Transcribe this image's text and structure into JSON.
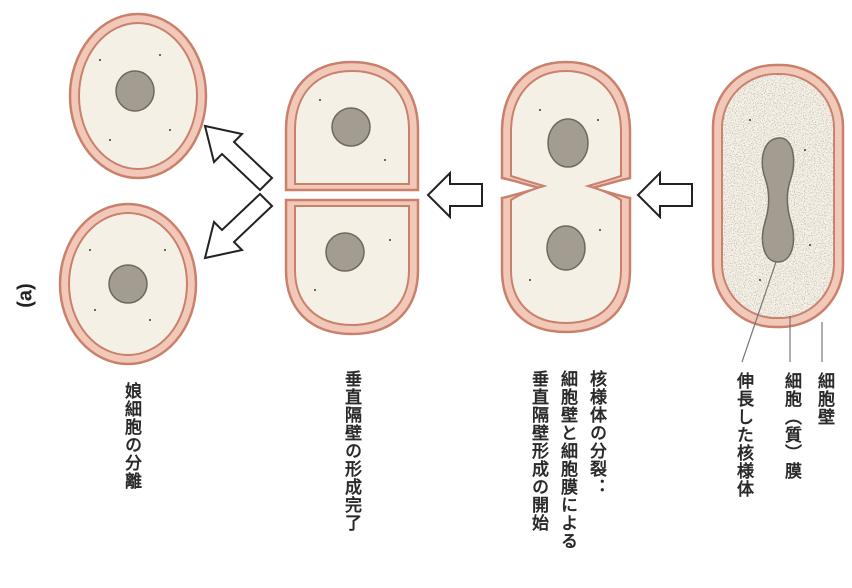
{
  "panel_label": "(a)",
  "labels": {
    "cell_wall": "細胞壁",
    "cell_membrane": "細胞（質）膜",
    "elongated_nucleoid": "伸長した核様体",
    "nucleoid_division_1": "核様体の分裂：",
    "nucleoid_division_2": "細胞壁と細胞膜による",
    "nucleoid_division_3": "垂直隔壁形成の開始",
    "septum_complete": "垂直隔壁の形成完了",
    "cell_separation": "娘細胞の分離"
  },
  "colors": {
    "wall_outer": "#c9806c",
    "wall_fill": "#f2c9b8",
    "cytoplasm": "#f5f0e6",
    "nucleoid": "#a39c91",
    "nucleoid_stroke": "#6f685f",
    "arrow_stroke": "#222222"
  }
}
